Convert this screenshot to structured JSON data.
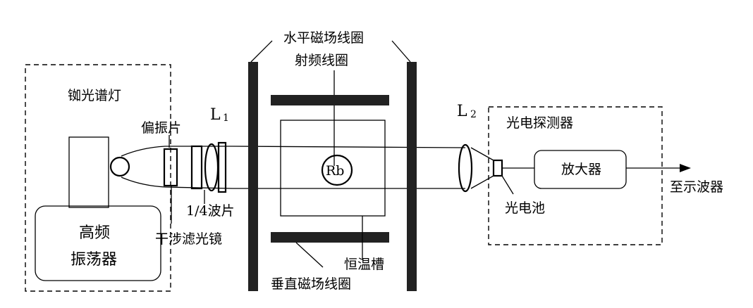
{
  "labels": {
    "rb_lamp": "铷光谱灯",
    "hf_osc_line1": "高频",
    "hf_osc_line2": "振荡器",
    "polarizer": "偏振片",
    "quarter_wave": "1/4波片",
    "filter": "干涉滤光镜",
    "lens1_main": "L",
    "lens1_sub": "1",
    "lens2_main": "L",
    "lens2_sub": "2",
    "h_coil": "水平磁场线圈",
    "rf_coil": "射频线圈",
    "rb_cell": "Rb",
    "v_coil": "垂直磁场线圈",
    "thermostat": "恒温槽",
    "detector": "光电探测器",
    "amplifier": "放大器",
    "photocell": "光电池",
    "to_scope": "至示波器"
  }
}
